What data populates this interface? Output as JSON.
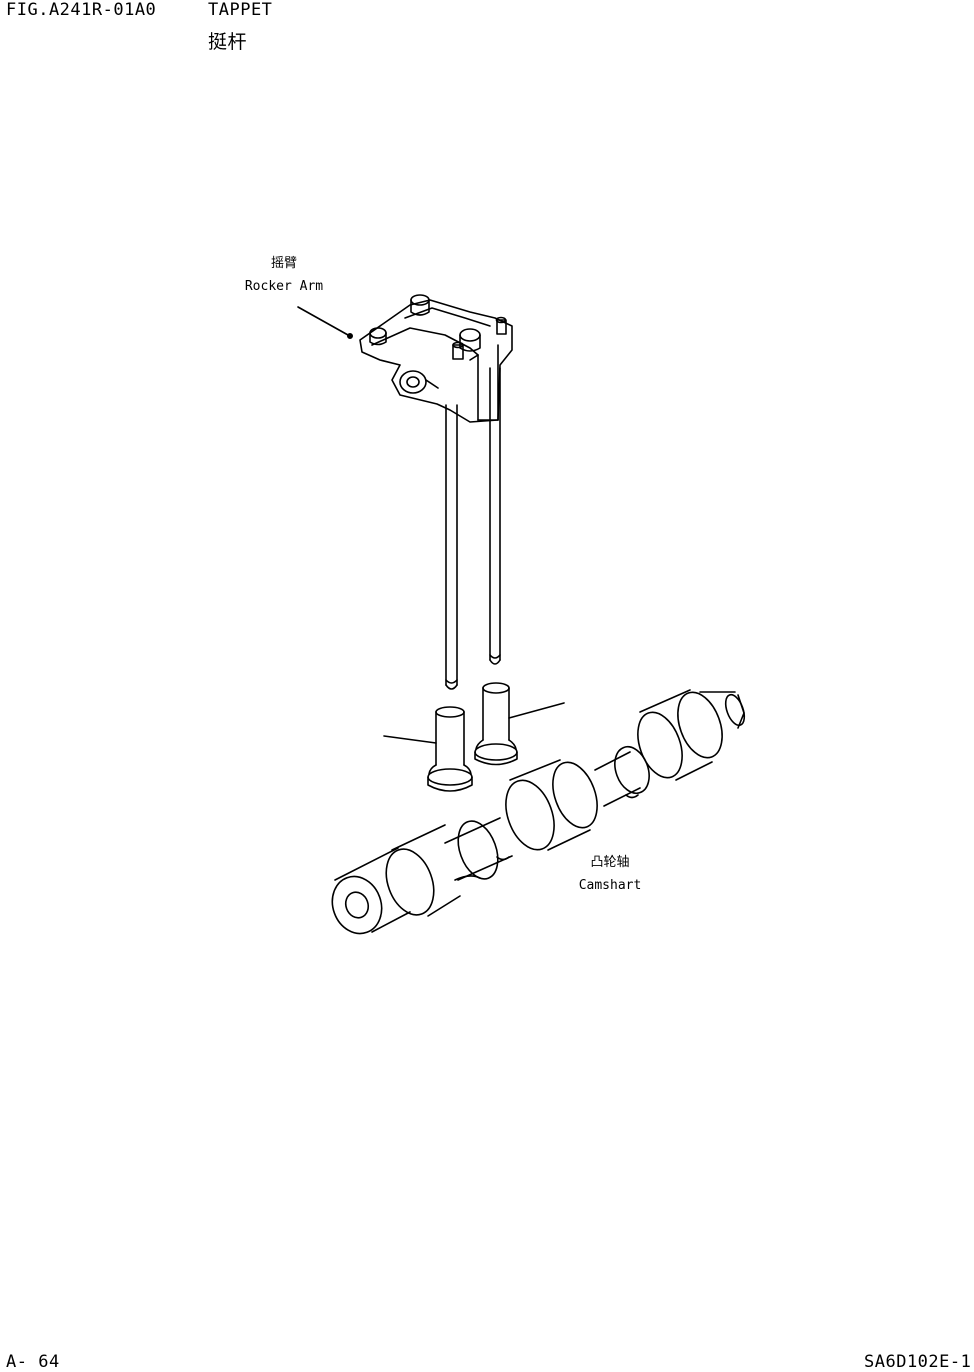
{
  "header": {
    "fig_number": "FIG.A241R-01A0",
    "title_en": "TAPPET",
    "title_zh": "挺杆"
  },
  "labels": {
    "rocker_arm_zh": "摇臂",
    "rocker_arm_en": "Rocker Arm",
    "camshaft_zh": "凸轮轴",
    "camshaft_en": "Camshart"
  },
  "footer": {
    "page": "A- 64",
    "model": "SA6D102E-1"
  },
  "colors": {
    "ink": "#000000",
    "paper": "#ffffff"
  }
}
